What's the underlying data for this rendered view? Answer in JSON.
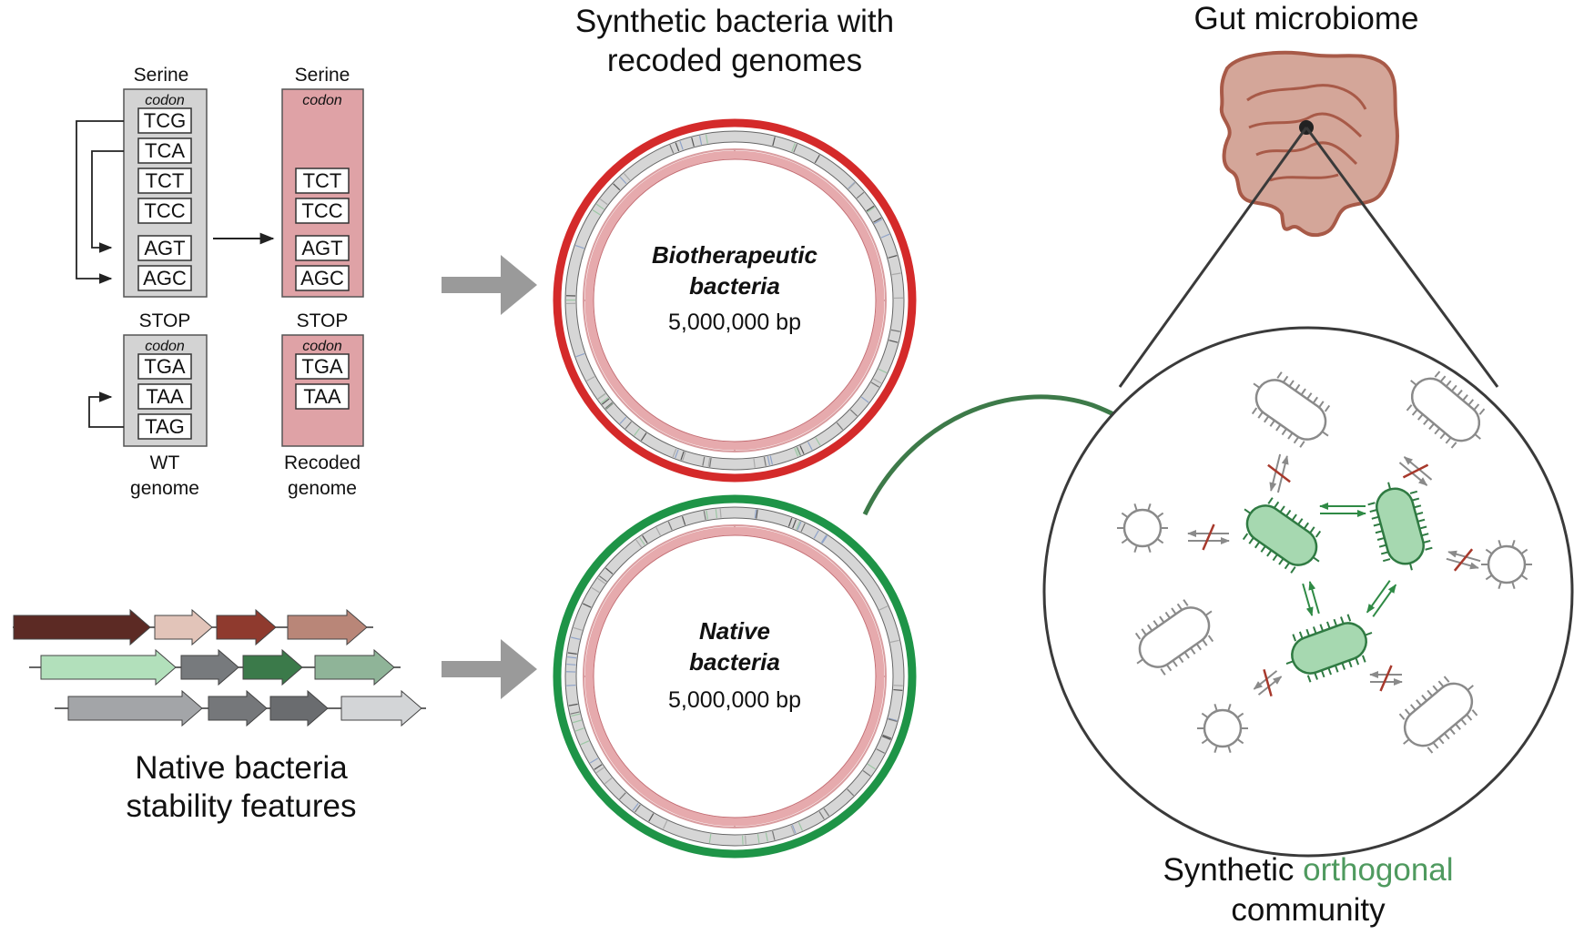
{
  "colors": {
    "wt_box": "#d3d3d3",
    "recoded_box": "#dfa2a6",
    "biotherapeutic_ring": "#d42a2a",
    "native_ring": "#1e9447",
    "inner_pink": "#d99c9f",
    "gray_arrow": "#9a9a9a",
    "green_arrow": "#3d7a49",
    "orthogonal_text": "#4f9a5f",
    "gut": "#d4a699",
    "gut_outline": "#a85a48",
    "green_bacteria": "#a6d8b0",
    "red_block": "#a7392c"
  },
  "codon_table": {
    "serine_label": "Serine",
    "stop_label": "STOP",
    "codon_label": "codon",
    "wt_serine_codons": [
      "TCG",
      "TCA",
      "TCT",
      "TCC",
      "AGT",
      "AGC"
    ],
    "recoded_serine_codons": [
      "TCT",
      "TCC",
      "AGT",
      "AGC"
    ],
    "wt_stop_codons": [
      "TGA",
      "TAA",
      "TAG"
    ],
    "recoded_stop_codons": [
      "TGA",
      "TAA"
    ],
    "wt_genome_label": [
      "WT",
      "genome"
    ],
    "recoded_genome_label": [
      "Recoded",
      "genome"
    ]
  },
  "stability": {
    "title_lines": [
      "Native bacteria",
      "stability features"
    ],
    "gene_rows": [
      [
        "#5c2a24",
        "#e2c4b9",
        "#8f3a2e",
        "#b98678"
      ],
      [
        "#b2e0bb",
        "#777a7d",
        "#3b7a4a",
        "#8fb498"
      ],
      [
        "#a3a5a8",
        "#75777a",
        "#6a6c6f",
        "#d3d5d7"
      ]
    ]
  },
  "center": {
    "title_lines": [
      "Synthetic bacteria with",
      "recoded genomes"
    ],
    "top_genome": {
      "name_lines": [
        "Biotherapeutic",
        "bacteria"
      ],
      "size": "5,000,000 bp"
    },
    "bottom_genome": {
      "name_lines": [
        "Native",
        "bacteria"
      ],
      "size": "5,000,000 bp"
    }
  },
  "right": {
    "gut_title": "Gut microbiome",
    "community_prefix": "Synthetic ",
    "community_highlight": "orthogonal",
    "community_line2": "community"
  }
}
